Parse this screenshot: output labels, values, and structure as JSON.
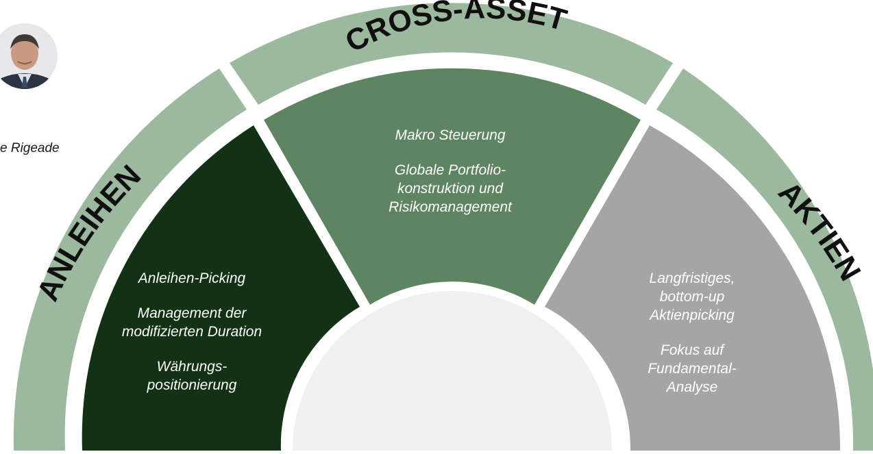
{
  "labels": {
    "cross_asset": "CROSS-ASSET",
    "anleihen": "ANLEIHEN",
    "aktien": "AKTIEN"
  },
  "person": {
    "name": "e Rigeade",
    "avatar_icon": "person-photo"
  },
  "segments": {
    "anleihen": [
      "Anleihen-Picking",
      "Management der\nmodifizierten Duration",
      "Währungs-\npositionierung"
    ],
    "cross_asset": [
      "Makro Steuerung",
      "Globale Portfolio-\nkonstruktion und\nRisikomanagement"
    ],
    "aktien": [
      "Langfristiges,\nbottom-up\nAktienpicking",
      "Fokus auf\nFundamental-\nAnalyse"
    ]
  },
  "colors": {
    "outer_ring": "#9cb89f",
    "anleihen_fill": "#133215",
    "cross_asset_fill": "#5f8462",
    "aktien_fill": "#a5a5a5",
    "center_fill": "#f0f0f0",
    "label_text": "#101010"
  }
}
